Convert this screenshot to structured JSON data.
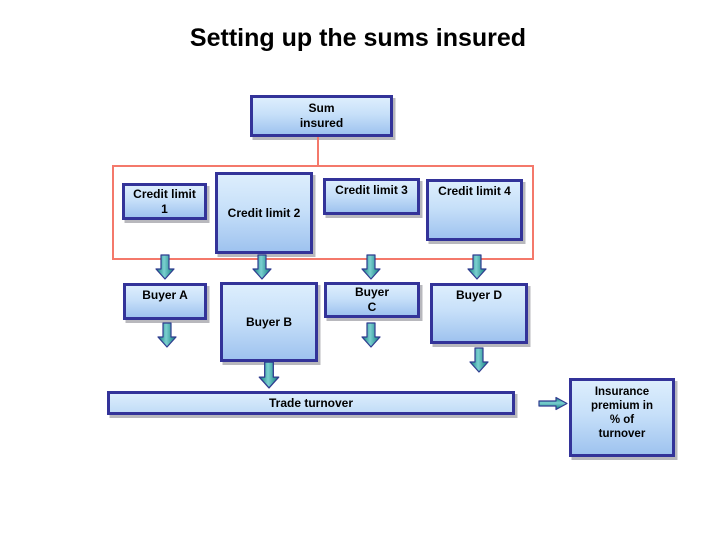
{
  "title": "Setting up the sums insured",
  "nodes": {
    "sum_insured": "Sum\ninsured",
    "credit_limit_1": "Credit limit\n1",
    "credit_limit_2": "Credit limit 2",
    "credit_limit_3": "Credit limit 3",
    "credit_limit_4": "Credit limit 4",
    "buyer_a": "Buyer A",
    "buyer_b": "Buyer B",
    "buyer_c": "Buyer\nC",
    "buyer_d": "Buyer D",
    "trade_turnover": "Trade turnover",
    "insurance_premium": "Insurance\npremium in\n% of\nturnover"
  },
  "colors": {
    "box_border": "#333399",
    "box_fill_top": "#ddeefd",
    "box_fill_bottom": "#9fc3ef",
    "frame_outline": "#f4796b",
    "connector_line": "#f4796b",
    "arrow_teal_dark": "#0a7a7a",
    "arrow_teal_light": "#7bd0d0",
    "title_color": "#000000",
    "background": "#ffffff"
  }
}
